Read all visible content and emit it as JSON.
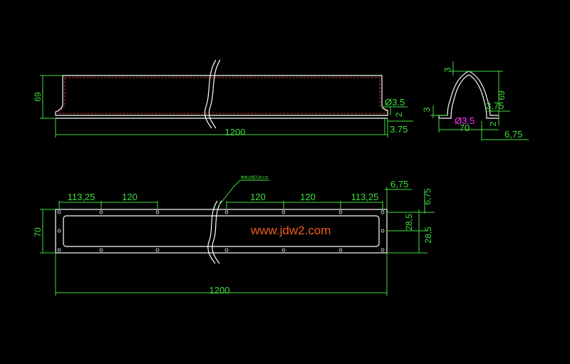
{
  "watermark": "www.jdw2.com",
  "note": "带有边框孔的120",
  "colors": {
    "background": "#000000",
    "dimension": "#3ee03e",
    "outline": "#ffffff",
    "hidden": "#c23a2a",
    "watermark": "#f05a1e",
    "diameter_callout": "#ff30ff"
  },
  "side_view": {
    "height_label": "69",
    "length_label": "1200",
    "hole_label": "Ø3.5",
    "thickness_label": "2",
    "offset_label": "3.75"
  },
  "section_view": {
    "top_label": "3",
    "height_label": "69",
    "left_label": "3",
    "right_label": "3,75",
    "hole_label": "Ø3.5",
    "width_label": "70",
    "thickness_label": "2",
    "flange_label": "6,75"
  },
  "plan_view": {
    "left_end_label": "113,25",
    "left_pitch_label": "120",
    "right_pitch_a_label": "120",
    "right_pitch_b_label": "120",
    "right_end_label": "113,25",
    "width_label": "70",
    "length_label": "1200",
    "right_top_label": "6,75",
    "right_vert_label": "6,75",
    "half_a_label": "28,5",
    "half_b_label": "28,5"
  }
}
